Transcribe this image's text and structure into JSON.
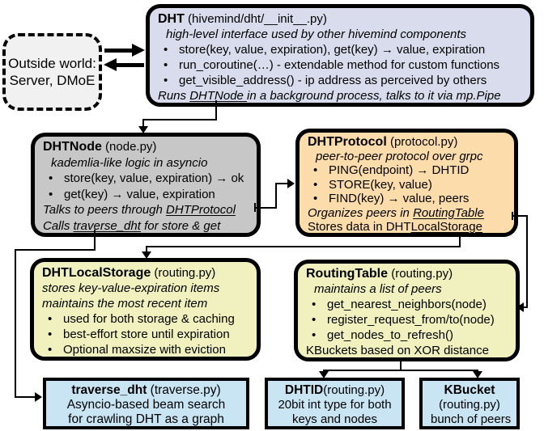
{
  "colors": {
    "dht_box": "#d9dcec",
    "dhtnode_box": "#c7c7c7",
    "dhtprotocol_box": "#fcdcab",
    "storage_routing_boxes": "#f0f1bf",
    "bottom_boxes": "#c9e5f4",
    "outside_box": "#f1f1f1",
    "lines_text": "#000000"
  },
  "outside_world": {
    "line1": "Outside world:",
    "line2": "Server, DMoE"
  },
  "dht": {
    "title": "DHT",
    "title_suffix": " (hivemind/dht/__init__.py)",
    "subtitle": "high-level interface used by other hivemind components",
    "bullets": [
      "store(key, value, expiration), get(key) → value, expiration",
      "run_coroutine(…) - extendable method for custom functions",
      "get_visible_address() - ip address as perceived by others"
    ],
    "footer": {
      "pre": "Runs ",
      "link": "DHTNode ",
      "post": "in a background process, talks to it via mp.Pipe"
    }
  },
  "dhtnode": {
    "title": "DHTNode",
    "title_suffix": " (node.py)",
    "subtitle": "kademlia-like logic in asyncio",
    "bullets": [
      "store(key, value, expiration) → ok",
      "get(key) → value, expiration"
    ],
    "footer1": {
      "pre": "Talks to peers through ",
      "link": "DHTProtocol"
    },
    "footer2": {
      "pre": "Calls ",
      "link": "traverse_dht",
      "post": " for store & get"
    }
  },
  "dhtprotocol": {
    "title": "DHTProtocol",
    "title_suffix": " (protocol.py)",
    "subtitle": "peer-to-peer protocol over grpc",
    "bullets": [
      "PING(endpoint) → DHTID",
      "STORE(key, value)",
      "FIND(key) → value, peers"
    ],
    "footer1": {
      "pre": "Organizes peers in ",
      "link": "RoutingTable"
    },
    "footer2": {
      "pre": "Stores data in DHT",
      "link": "LocalStorage"
    }
  },
  "dhtlocalstorage": {
    "title": "DHTLocalStorage",
    "title_suffix": " (routing.py)",
    "subtitle1": "stores key-value-expiration items",
    "subtitle2": "maintains the most recent item",
    "bullets": [
      "used for both storage & caching",
      "best-effort store until expiration",
      "Optional maxsize with eviction"
    ]
  },
  "routingtable": {
    "title": "RoutingTable",
    "title_suffix": " (routing.py)",
    "subtitle": "maintains a list of peers",
    "bullets": [
      "get_nearest_neighbors(node)",
      "register_request_from/to(node)",
      "get_nodes_to_refresh()"
    ],
    "footer": "KBuckets based on XOR distance"
  },
  "traverse_dht": {
    "title": "traverse_dht",
    "title_suffix": " (traverse.py)",
    "line1": "Asyncio-based beam search",
    "line2": "for crawling DHT as a graph"
  },
  "dhtid": {
    "title": "DHTID",
    "title_suffix": "(routing.py)",
    "line1": "20bit int type for both",
    "line2": "keys and nodes"
  },
  "kbucket": {
    "title": "KBucket",
    "line1": "(routing.py)",
    "line2": "bunch of peers"
  }
}
